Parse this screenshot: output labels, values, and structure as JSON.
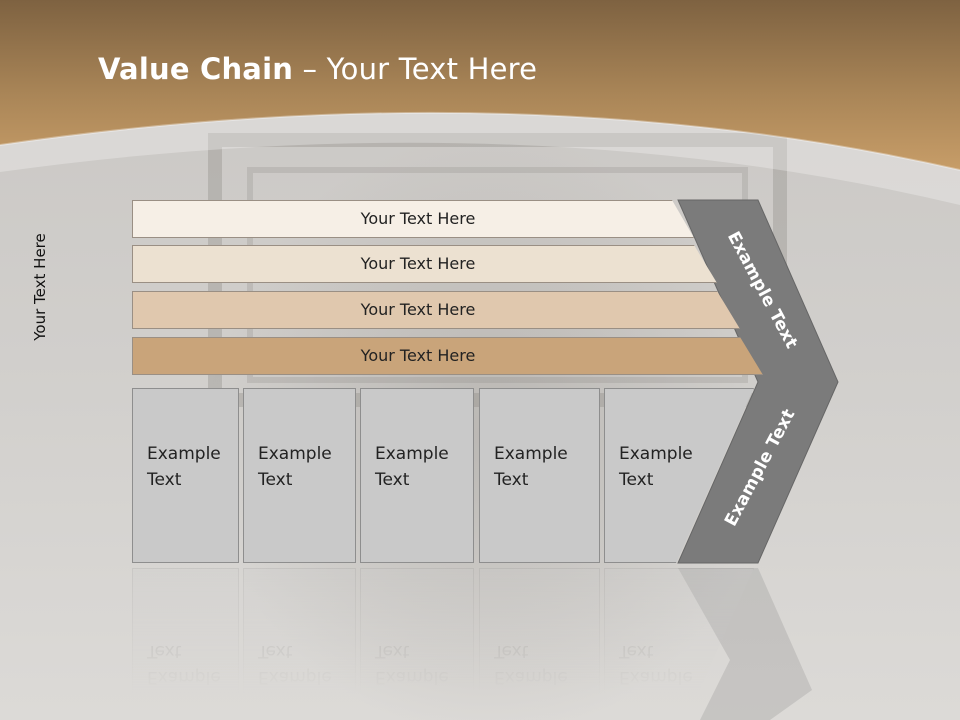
{
  "slide": {
    "title_bold": "Value Chain",
    "title_rest": " – Your Text Here",
    "side_label": "Your Text Here"
  },
  "bars": [
    {
      "label": "Your Text Here"
    },
    {
      "label": "Your Text Here"
    },
    {
      "label": "Your Text Here"
    },
    {
      "label": "Your Text Here"
    }
  ],
  "boxes": [
    {
      "line1": "Example",
      "line2": "Text"
    },
    {
      "line1": "Example",
      "line2": "Text"
    },
    {
      "line1": "Example",
      "line2": "Text"
    },
    {
      "line1": "Example",
      "line2": "Text"
    },
    {
      "line1": "Example",
      "line2": "Text"
    }
  ],
  "chevron": {
    "upper_label": "Example Text",
    "lower_label": "Example Text"
  },
  "colors": {
    "header_band": "#b8915f",
    "chevron": "#7b7b7b",
    "bar1": "#f6efe6",
    "bar2": "#ece1d1",
    "bar3": "#e0c8ae",
    "bar4": "#c9a47a",
    "box": "#c9c9c9"
  }
}
